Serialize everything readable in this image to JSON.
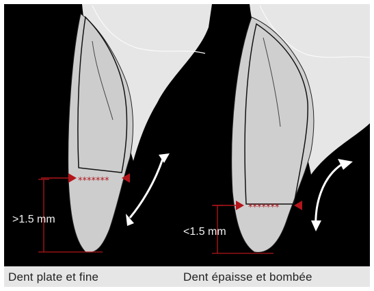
{
  "figure": {
    "left_panel": {
      "measurement": ">1.5 mm",
      "caption": "Dent plate et fine"
    },
    "right_panel": {
      "measurement": "<1.5 mm",
      "caption": "Dent épaisse et bombée"
    },
    "colors": {
      "background": "#000000",
      "tooth": "#cfcfcf",
      "gum": "#e4e4e4",
      "bone_outline": "#111111",
      "arrow": "#ffffff",
      "marker": "#b3151b",
      "caption_band": "#e6e6e6"
    }
  }
}
